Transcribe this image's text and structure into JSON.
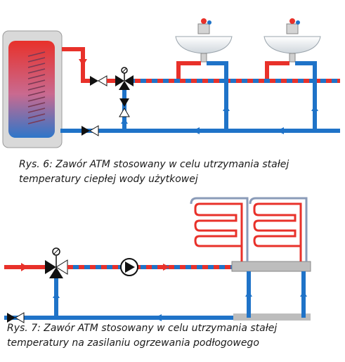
{
  "figure1": {
    "caption_line1": "Rys. 6: Zawór ATM stosowany w celu utrzymania stałej",
    "caption_line2": "temperatury ciepłej wody użytkowej"
  },
  "figure2": {
    "caption_line1": "Rys. 7: Zawór ATM stosowany w celu utrzymania stałej",
    "caption_line2": "temperatury na zasilaniu ogrzewania podłogowego"
  },
  "colors": {
    "hot": "#e8312a",
    "cold": "#1f73c8",
    "valve": "#111111",
    "tank_body": "#d9d9d9",
    "manifold": "#bdbdbd"
  }
}
